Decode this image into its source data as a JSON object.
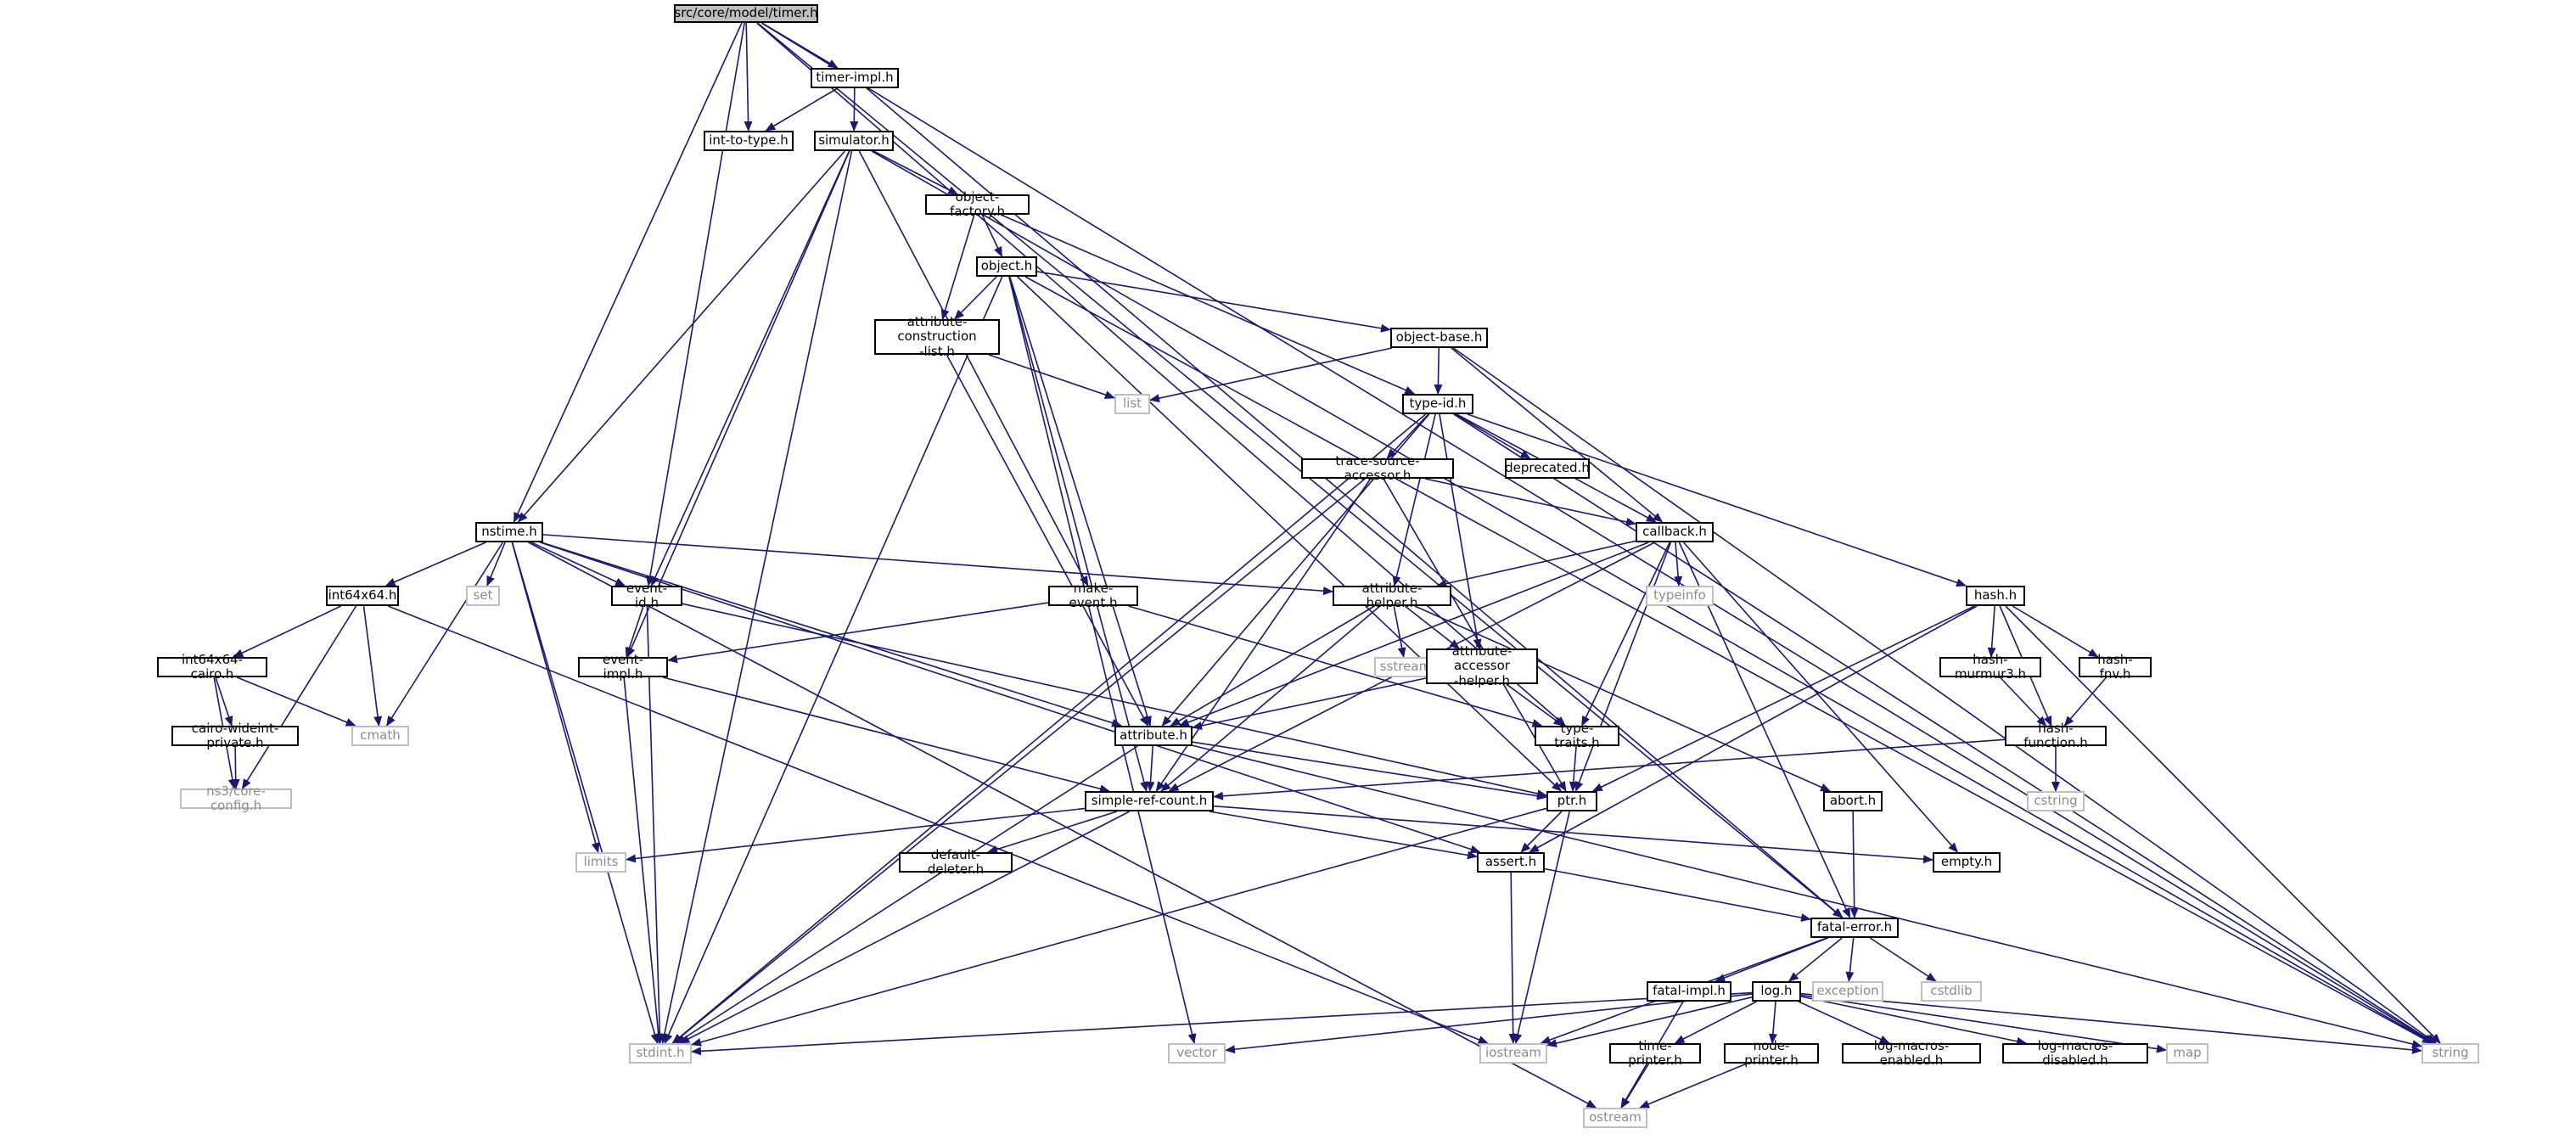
{
  "colors": {
    "edge": "#191970",
    "node_border": "#000000",
    "root_fill": "#bfbfbf",
    "system_border": "#bfbfbf",
    "system_text": "#8c8c8c"
  },
  "nodes": {
    "timer_h": "src/core/model/timer.h",
    "timer_impl": "timer-impl.h",
    "int_to_type": "int-to-type.h",
    "simulator": "simulator.h",
    "object_factory": "object-factory.h",
    "object": "object.h",
    "attr_construction": "attribute-construction\n-list.h",
    "object_base": "object-base.h",
    "list": "list",
    "type_id": "type-id.h",
    "trace_source": "trace-source-accessor.h",
    "deprecated": "deprecated.h",
    "callback": "callback.h",
    "nstime": "nstime.h",
    "int64x64": "int64x64.h",
    "set": "set",
    "event_id": "event-id.h",
    "make_event": "make-event.h",
    "attribute_helper": "attribute-helper.h",
    "typeinfo": "typeinfo",
    "hash": "hash.h",
    "int64x64_cairo": "int64x64-cairo.h",
    "event_impl": "event-impl.h",
    "sstream": "sstream",
    "attr_accessor": "attribute-accessor\n-helper.h",
    "hash_murmur3": "hash-murmur3.h",
    "hash_fnv": "hash-fnv.h",
    "cairo_wideint": "cairo-wideint-private.h",
    "cmath": "cmath",
    "attribute": "attribute.h",
    "type_traits": "type-traits.h",
    "hash_function": "hash-function.h",
    "core_config": "ns3/core-config.h",
    "simple_ref_count": "simple-ref-count.h",
    "ptr": "ptr.h",
    "abort": "abort.h",
    "cstring": "cstring",
    "limits": "limits",
    "default_deleter": "default-deleter.h",
    "assert": "assert.h",
    "empty": "empty.h",
    "fatal_error": "fatal-error.h",
    "fatal_impl": "fatal-impl.h",
    "log": "log.h",
    "exception": "exception",
    "cstdlib": "cstdlib",
    "stdint": "stdint.h",
    "vector": "vector",
    "iostream": "iostream",
    "time_printer": "time-printer.h",
    "node_printer": "node-printer.h",
    "log_macros_enabled": "log-macros-enabled.h",
    "log_macros_disabled": "log-macros-disabled.h",
    "map": "map",
    "string": "string",
    "ostream": "ostream"
  }
}
